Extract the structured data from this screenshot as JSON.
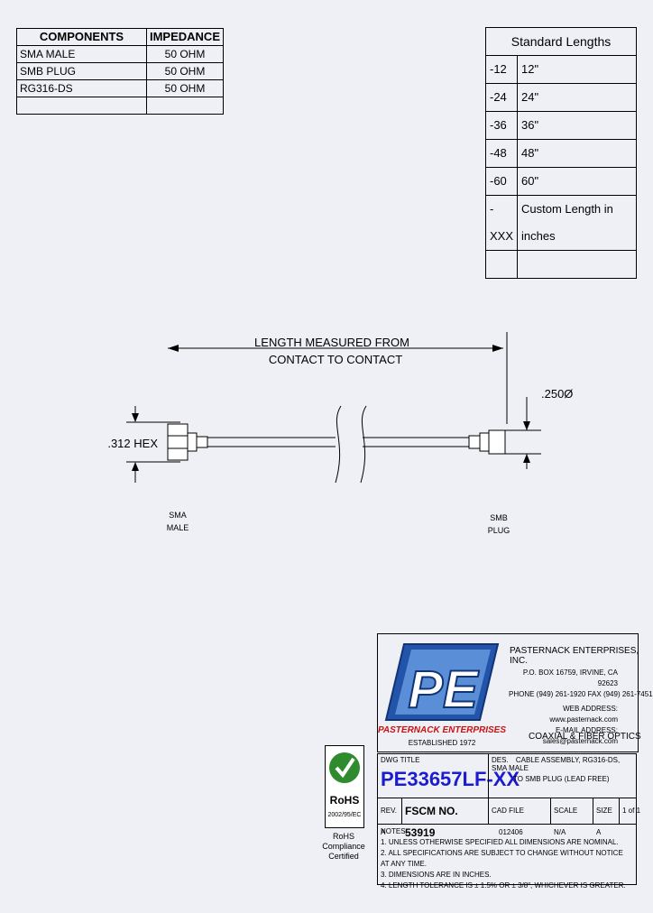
{
  "components_table": {
    "headers": [
      "COMPONENTS",
      "IMPEDANCE"
    ],
    "rows": [
      [
        "SMA MALE",
        "50 OHM"
      ],
      [
        "SMB PLUG",
        "50 OHM"
      ],
      [
        "RG316-DS",
        "50 OHM"
      ],
      [
        "",
        ""
      ]
    ]
  },
  "standard_lengths": {
    "title": "Standard Lengths",
    "rows": [
      [
        "-12",
        "12\""
      ],
      [
        "-24",
        "24\""
      ],
      [
        "-36",
        "36\""
      ],
      [
        "-48",
        "48\""
      ],
      [
        "-60",
        "60\""
      ],
      [
        "-XXX",
        "Custom Length in inches"
      ],
      [
        "",
        ""
      ]
    ]
  },
  "drawing": {
    "length_label_1": "LENGTH MEASURED FROM",
    "length_label_2": "CONTACT TO CONTACT",
    "hex_label": ".312 HEX",
    "dia_label": ".250Ø",
    "left_connector_1": "SMA",
    "left_connector_2": "MALE",
    "right_connector_1": "SMB",
    "right_connector_2": "PLUG"
  },
  "company": {
    "name": "PASTERNACK ENTERPRISES, INC.",
    "logo_text": "PE",
    "logo_sub": "PASTERNACK ENTERPRISES",
    "established": "ESTABLISHED 1972",
    "address": "P.O. BOX 16759, IRVINE, CA 92623",
    "phone": "PHONE (949) 261-1920 FAX (949) 261-7451",
    "web": "WEB ADDRESS: www.pasternack.com",
    "email": "E-MAIL ADDRESS: sales@pasternack.com",
    "tagline": "COAXIAL & FIBER OPTICS"
  },
  "rohs": {
    "label": "RoHS",
    "directive": "2002/95/EC",
    "caption_1": "RoHS",
    "caption_2": "Compliance",
    "caption_3": "Certified"
  },
  "title_block": {
    "dwg_title_label": "DWG TITLE",
    "part_number": "PE33657LF-XX",
    "des_label": "DES.",
    "description_1": "CABLE ASSEMBLY, RG316-DS, SMA MALE",
    "description_2": "TO SMB PLUG (LEAD FREE)",
    "rev": "REV. A",
    "fscm": "FSCM NO. 53919",
    "cad_label": "CAD FILE",
    "cad_value": "012406",
    "scale": "SCALE N/A",
    "size": "SIZE A",
    "sheet": "1 of 1"
  },
  "notes": {
    "header": "NOTES:",
    "items": [
      "1. UNLESS OTHERWISE SPECIFIED ALL DIMENSIONS ARE NOMINAL.",
      "2. ALL SPECIFICATIONS ARE SUBJECT TO CHANGE WITHOUT NOTICE AT ANY TIME.",
      "3. DIMENSIONS ARE IN INCHES.",
      "4. LENGTH TOLERANCE IS ± 1.5% OR ± 3/8\", WHICHEVER IS GREATER."
    ]
  },
  "colors": {
    "logo_blue": "#2255aa",
    "logo_light": "#5a8fd8",
    "logo_red": "#cc1111",
    "part_blue": "#1b1bd0",
    "rohs_green": "#2e8b2e"
  }
}
